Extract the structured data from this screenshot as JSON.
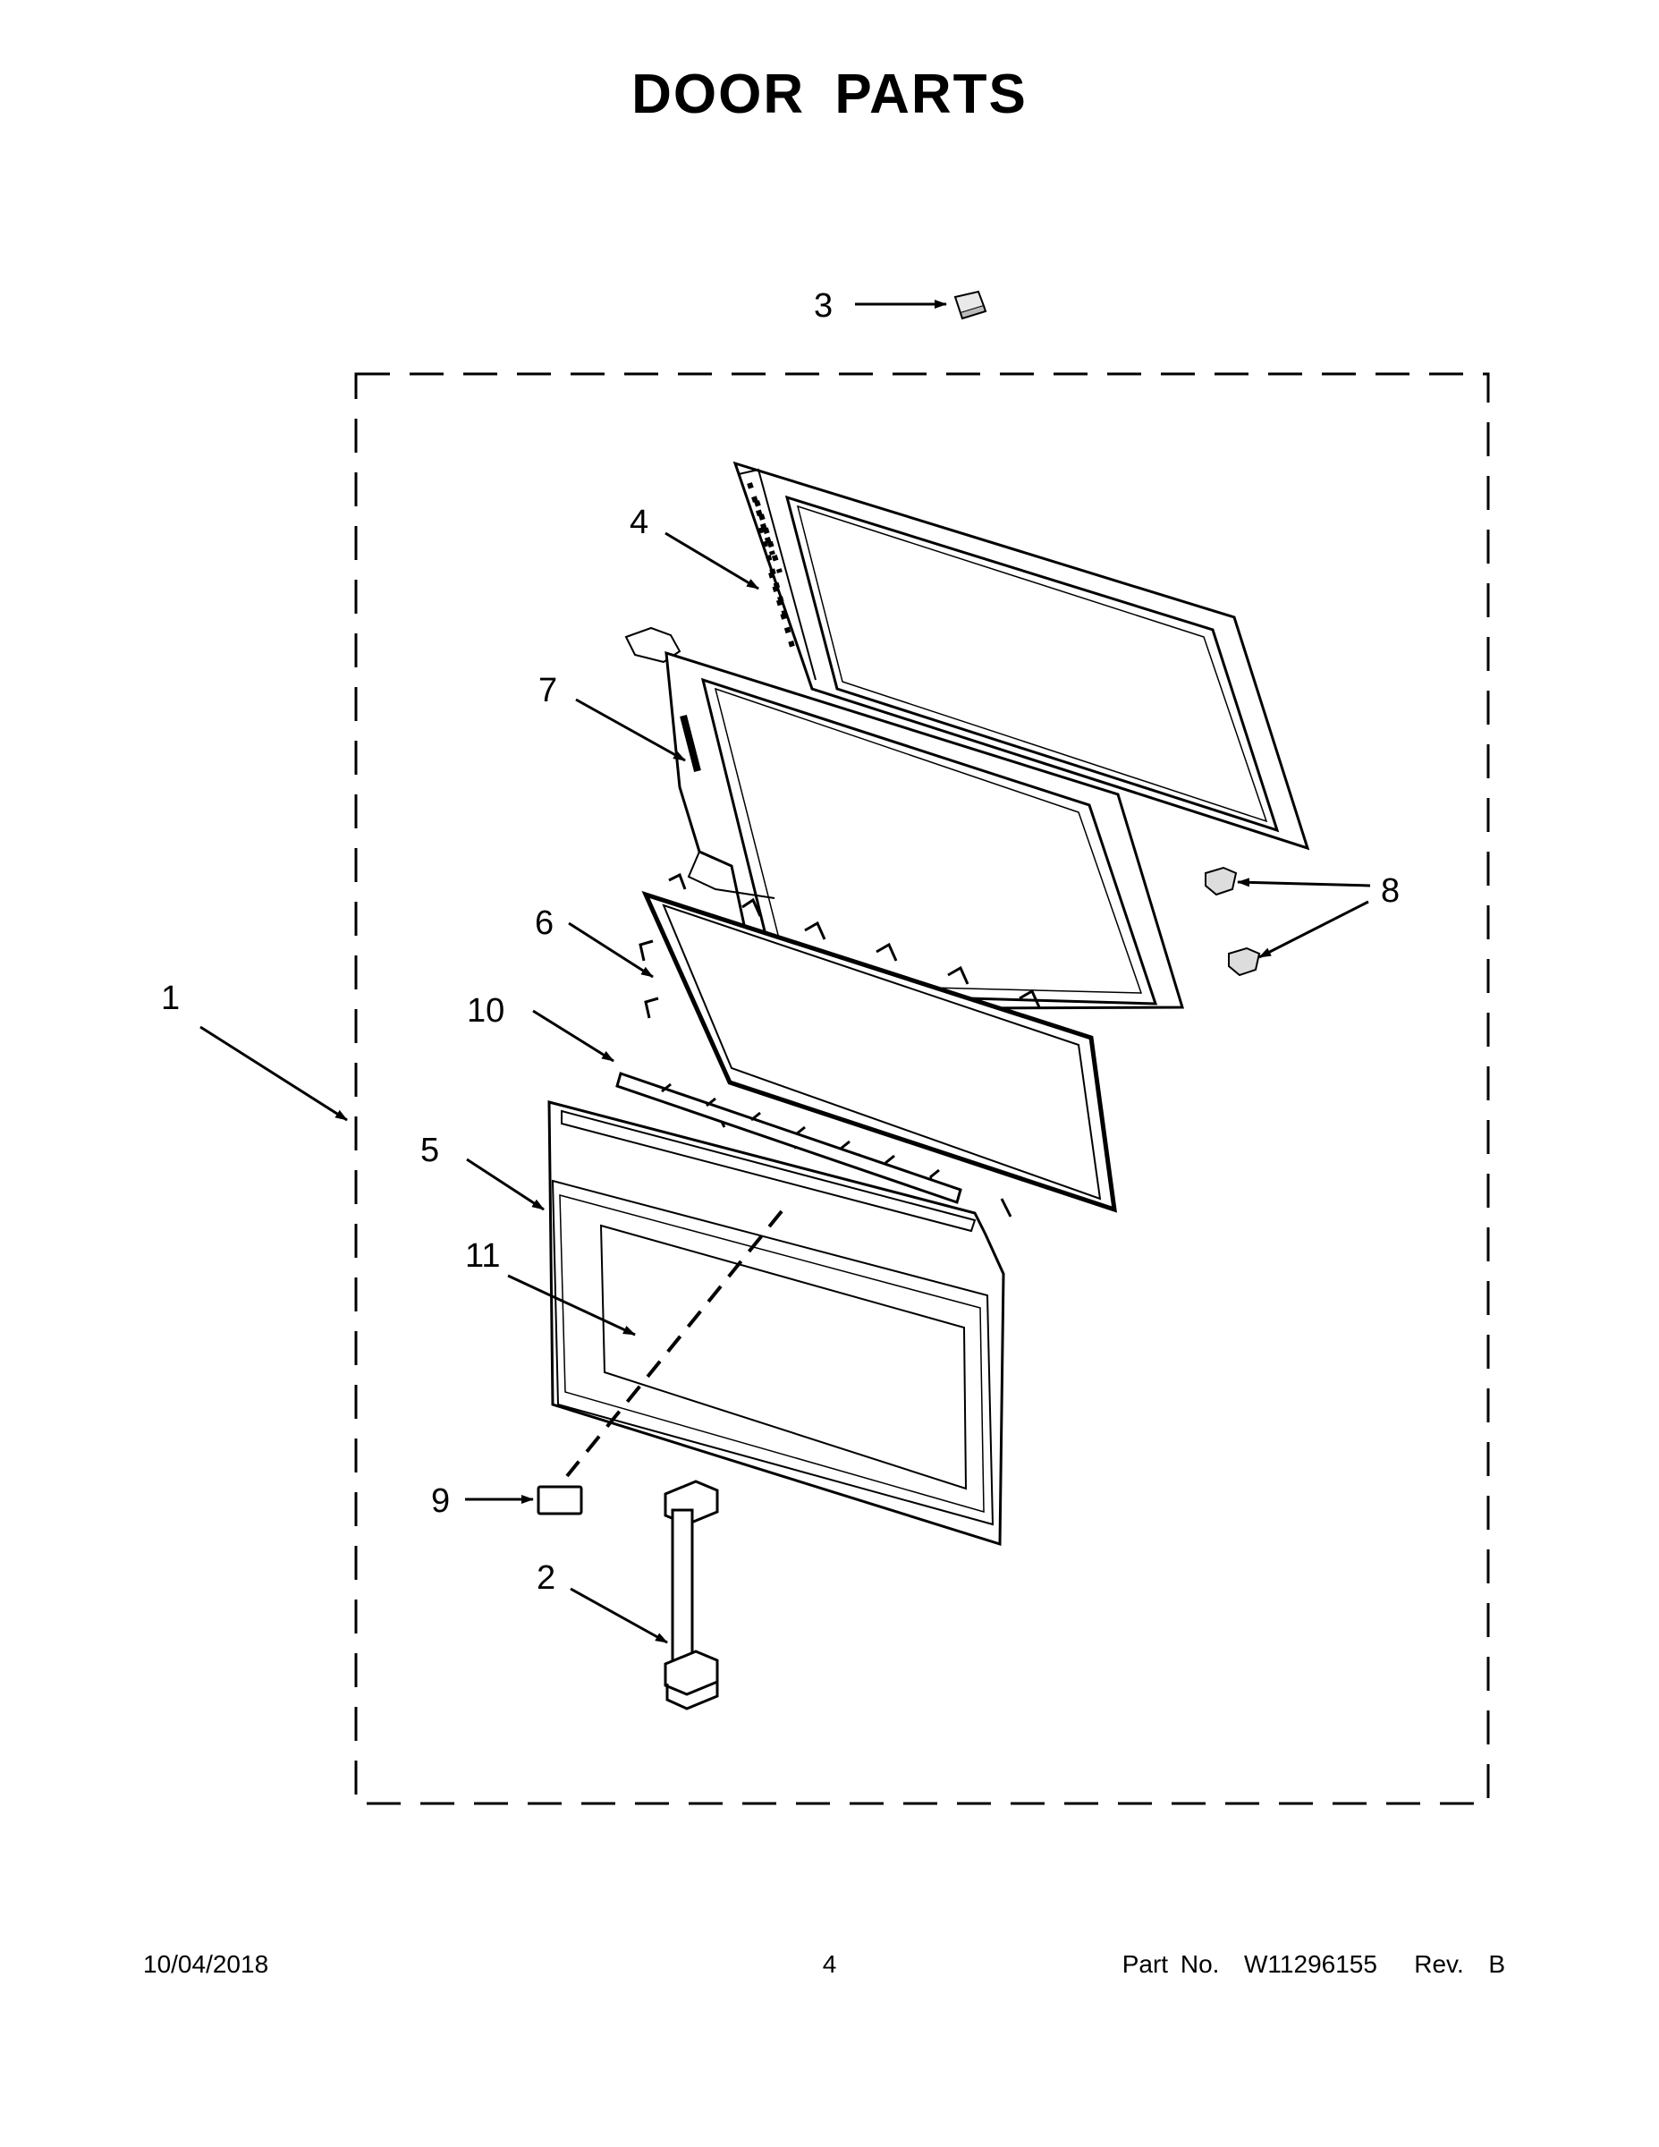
{
  "title": "DOOR PARTS",
  "callouts": {
    "c1": "1",
    "c2": "2",
    "c3": "3",
    "c4": "4",
    "c5": "5",
    "c6": "6",
    "c7": "7",
    "c8": "8",
    "c9": "9",
    "c10": "10",
    "c11": "11"
  },
  "footer": {
    "date": "10/04/2018",
    "page": "4",
    "part_number": "Part No.  W11296155   Rev.  B"
  }
}
